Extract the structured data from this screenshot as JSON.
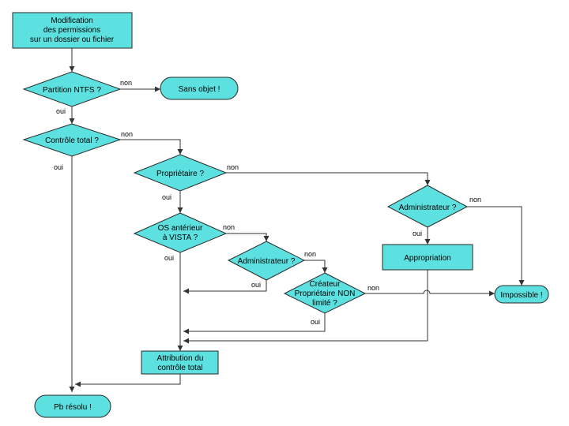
{
  "nodes": {
    "start": [
      "Modification",
      "des permissions",
      "sur un dossier ou fichier"
    ],
    "ntfs": [
      "Partition NTFS ?"
    ],
    "sans_objet": [
      "Sans objet !"
    ],
    "controle": [
      "Contrôle total ?"
    ],
    "proprietaire": [
      "Propriétaire ?"
    ],
    "admin_right": [
      "Administrateur ?"
    ],
    "os": [
      "OS antérieur",
      "à VISTA ?"
    ],
    "admin_mid": [
      "Administrateur ?"
    ],
    "createur": [
      "Créateur",
      "Propriétaire NON",
      "limité ?"
    ],
    "appropriation": [
      "Appropriation"
    ],
    "impossible": [
      "Impossible !"
    ],
    "attribution": [
      "Attribution du",
      "contrôle total"
    ],
    "resolu": [
      "Pb résolu !"
    ]
  },
  "labels": {
    "non_ntfs": "non",
    "oui_ntfs": "oui",
    "non_controle": "non",
    "oui_controle": "oui",
    "non_proprietaire": "non",
    "oui_proprietaire": "oui",
    "non_admin_right": "non",
    "oui_admin_right": "oui",
    "non_os": "non",
    "oui_os": "oui",
    "non_admin_mid": "non",
    "oui_admin_mid": "oui",
    "non_createur": "non",
    "oui_createur": "oui"
  },
  "colors": {
    "fill": "#5ce0e0",
    "stroke": "#2a2a2a",
    "line": "#333333"
  }
}
